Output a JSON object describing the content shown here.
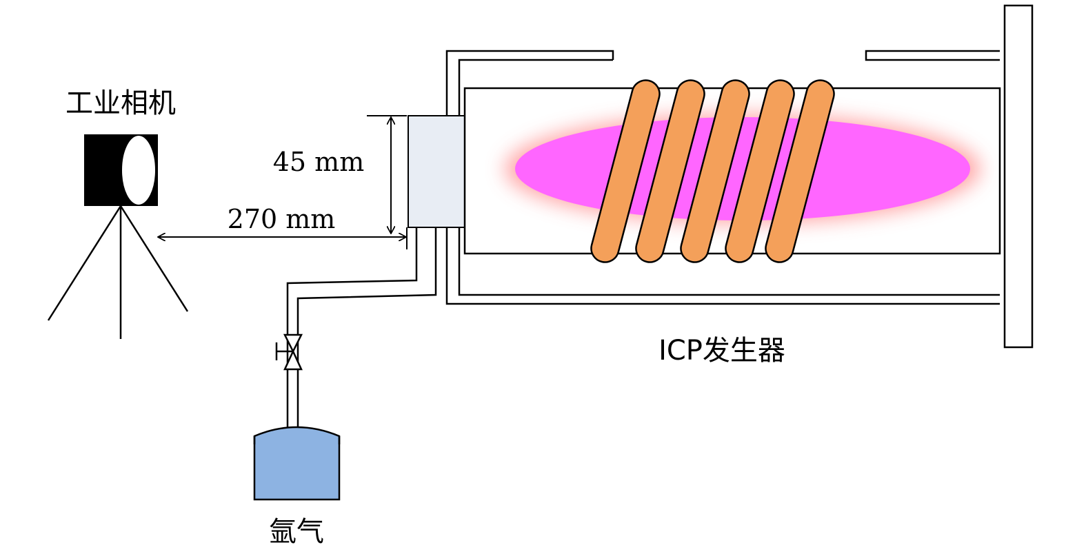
{
  "labels": {
    "camera": "工业相机",
    "height_dim": "45 mm",
    "distance_dim": "270 mm",
    "icp": "ICP发生器",
    "gas": "氩气"
  },
  "colors": {
    "window": "#e8edf4",
    "plasma": "#ff66ff",
    "plasma_glow": "#ff9a9a",
    "coil": "#f4a05a",
    "gas_tank": "#8db3e2",
    "camera_body": "#000000"
  },
  "icons": {
    "camera": "camera-icon",
    "valve": "valve-icon",
    "tank": "gas-tank-icon"
  }
}
